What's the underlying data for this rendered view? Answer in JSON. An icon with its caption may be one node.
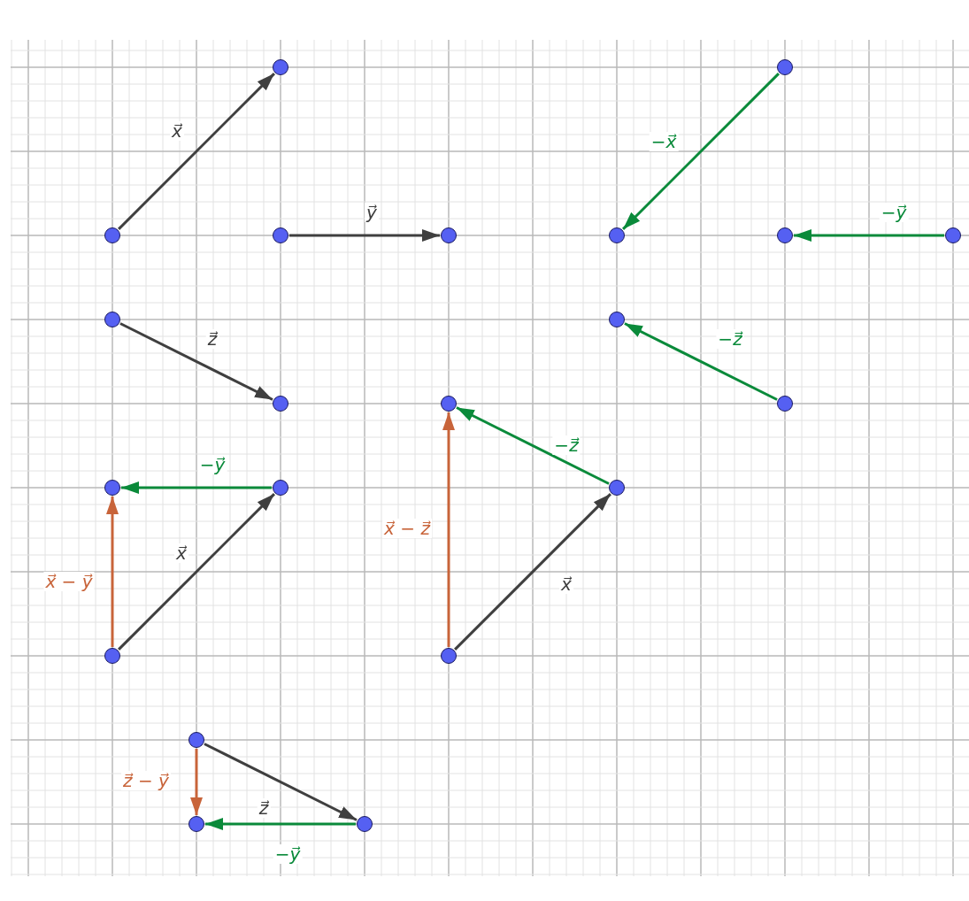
{
  "diagram": {
    "nodes": [
      {
        "text": [],
        "shape": "circle"
      },
      {
        "text": [],
        "shape": "circle"
      },
      {
        "text": [],
        "shape": "circle"
      },
      {
        "text": [],
        "shape": "circle"
      },
      {
        "text": [],
        "shape": "circle"
      },
      {
        "text": [],
        "shape": "circle"
      },
      {
        "text": [],
        "shape": "circle"
      },
      {
        "text": [],
        "shape": "circle"
      },
      {
        "text": [],
        "shape": "circle"
      },
      {
        "text": [],
        "shape": "circle"
      },
      {
        "text": [],
        "shape": "circle"
      },
      {
        "text": [],
        "shape": "circle"
      },
      {
        "text": [],
        "shape": "circle"
      },
      {
        "text": [],
        "shape": "circle"
      },
      {
        "text": [],
        "shape": "circle"
      },
      {
        "text": [],
        "shape": "circle"
      },
      {
        "text": [],
        "shape": "circle"
      },
      {
        "text": [],
        "shape": "circle"
      },
      {
        "text": [],
        "shape": "circle"
      },
      {
        "text": [],
        "shape": "circle"
      },
      {
        "text": [],
        "shape": "circle"
      }
    ],
    "edges": [
      {
        "from": 2,
        "to": 0,
        "arrow": "to",
        "label": "x⃗",
        "color": "#3f3f3f"
      },
      {
        "from": 3,
        "to": 4,
        "arrow": "to",
        "label": "y⃗",
        "color": "#3f3f3f"
      },
      {
        "from": 1,
        "to": 5,
        "arrow": "to",
        "label": "−x⃗"
      },
      {
        "from": 7,
        "to": 6,
        "arrow": "to",
        "label": "−y⃗"
      },
      {
        "from": 8,
        "to": 10,
        "arrow": "to",
        "label": "z⃗",
        "color": "#3f3f3f"
      },
      {
        "from": 12,
        "to": 9,
        "arrow": "to",
        "label": "−z⃗"
      },
      {
        "from": 14,
        "to": 13,
        "arrow": "to",
        "label": "−y⃗"
      },
      {
        "from": 16,
        "to": 14,
        "arrow": "to",
        "label": "x⃗",
        "color": "#3f3f3f"
      },
      {
        "from": 16,
        "to": 13,
        "arrow": "to",
        "label": "x⃗ − y⃗",
        "color": "#c8643a"
      },
      {
        "from": 15,
        "to": 11,
        "arrow": "to",
        "label": "−z⃗"
      },
      {
        "from": 17,
        "to": 15,
        "arrow": "to",
        "label": "x⃗",
        "color": "#3f3f3f"
      },
      {
        "from": 17,
        "to": 11,
        "arrow": "to",
        "label": "x⃗ − z⃗",
        "color": "#c8643a"
      },
      {
        "from": 18,
        "to": 20,
        "arrow": "to",
        "label": "z⃗",
        "color": "#3f3f3f"
      },
      {
        "from": 20,
        "to": 19,
        "arrow": "to",
        "label": "−y⃗"
      },
      {
        "from": 18,
        "to": 19,
        "arrow": "to",
        "label": "z⃗ − y⃗",
        "color": "#c8643a"
      }
    ]
  }
}
